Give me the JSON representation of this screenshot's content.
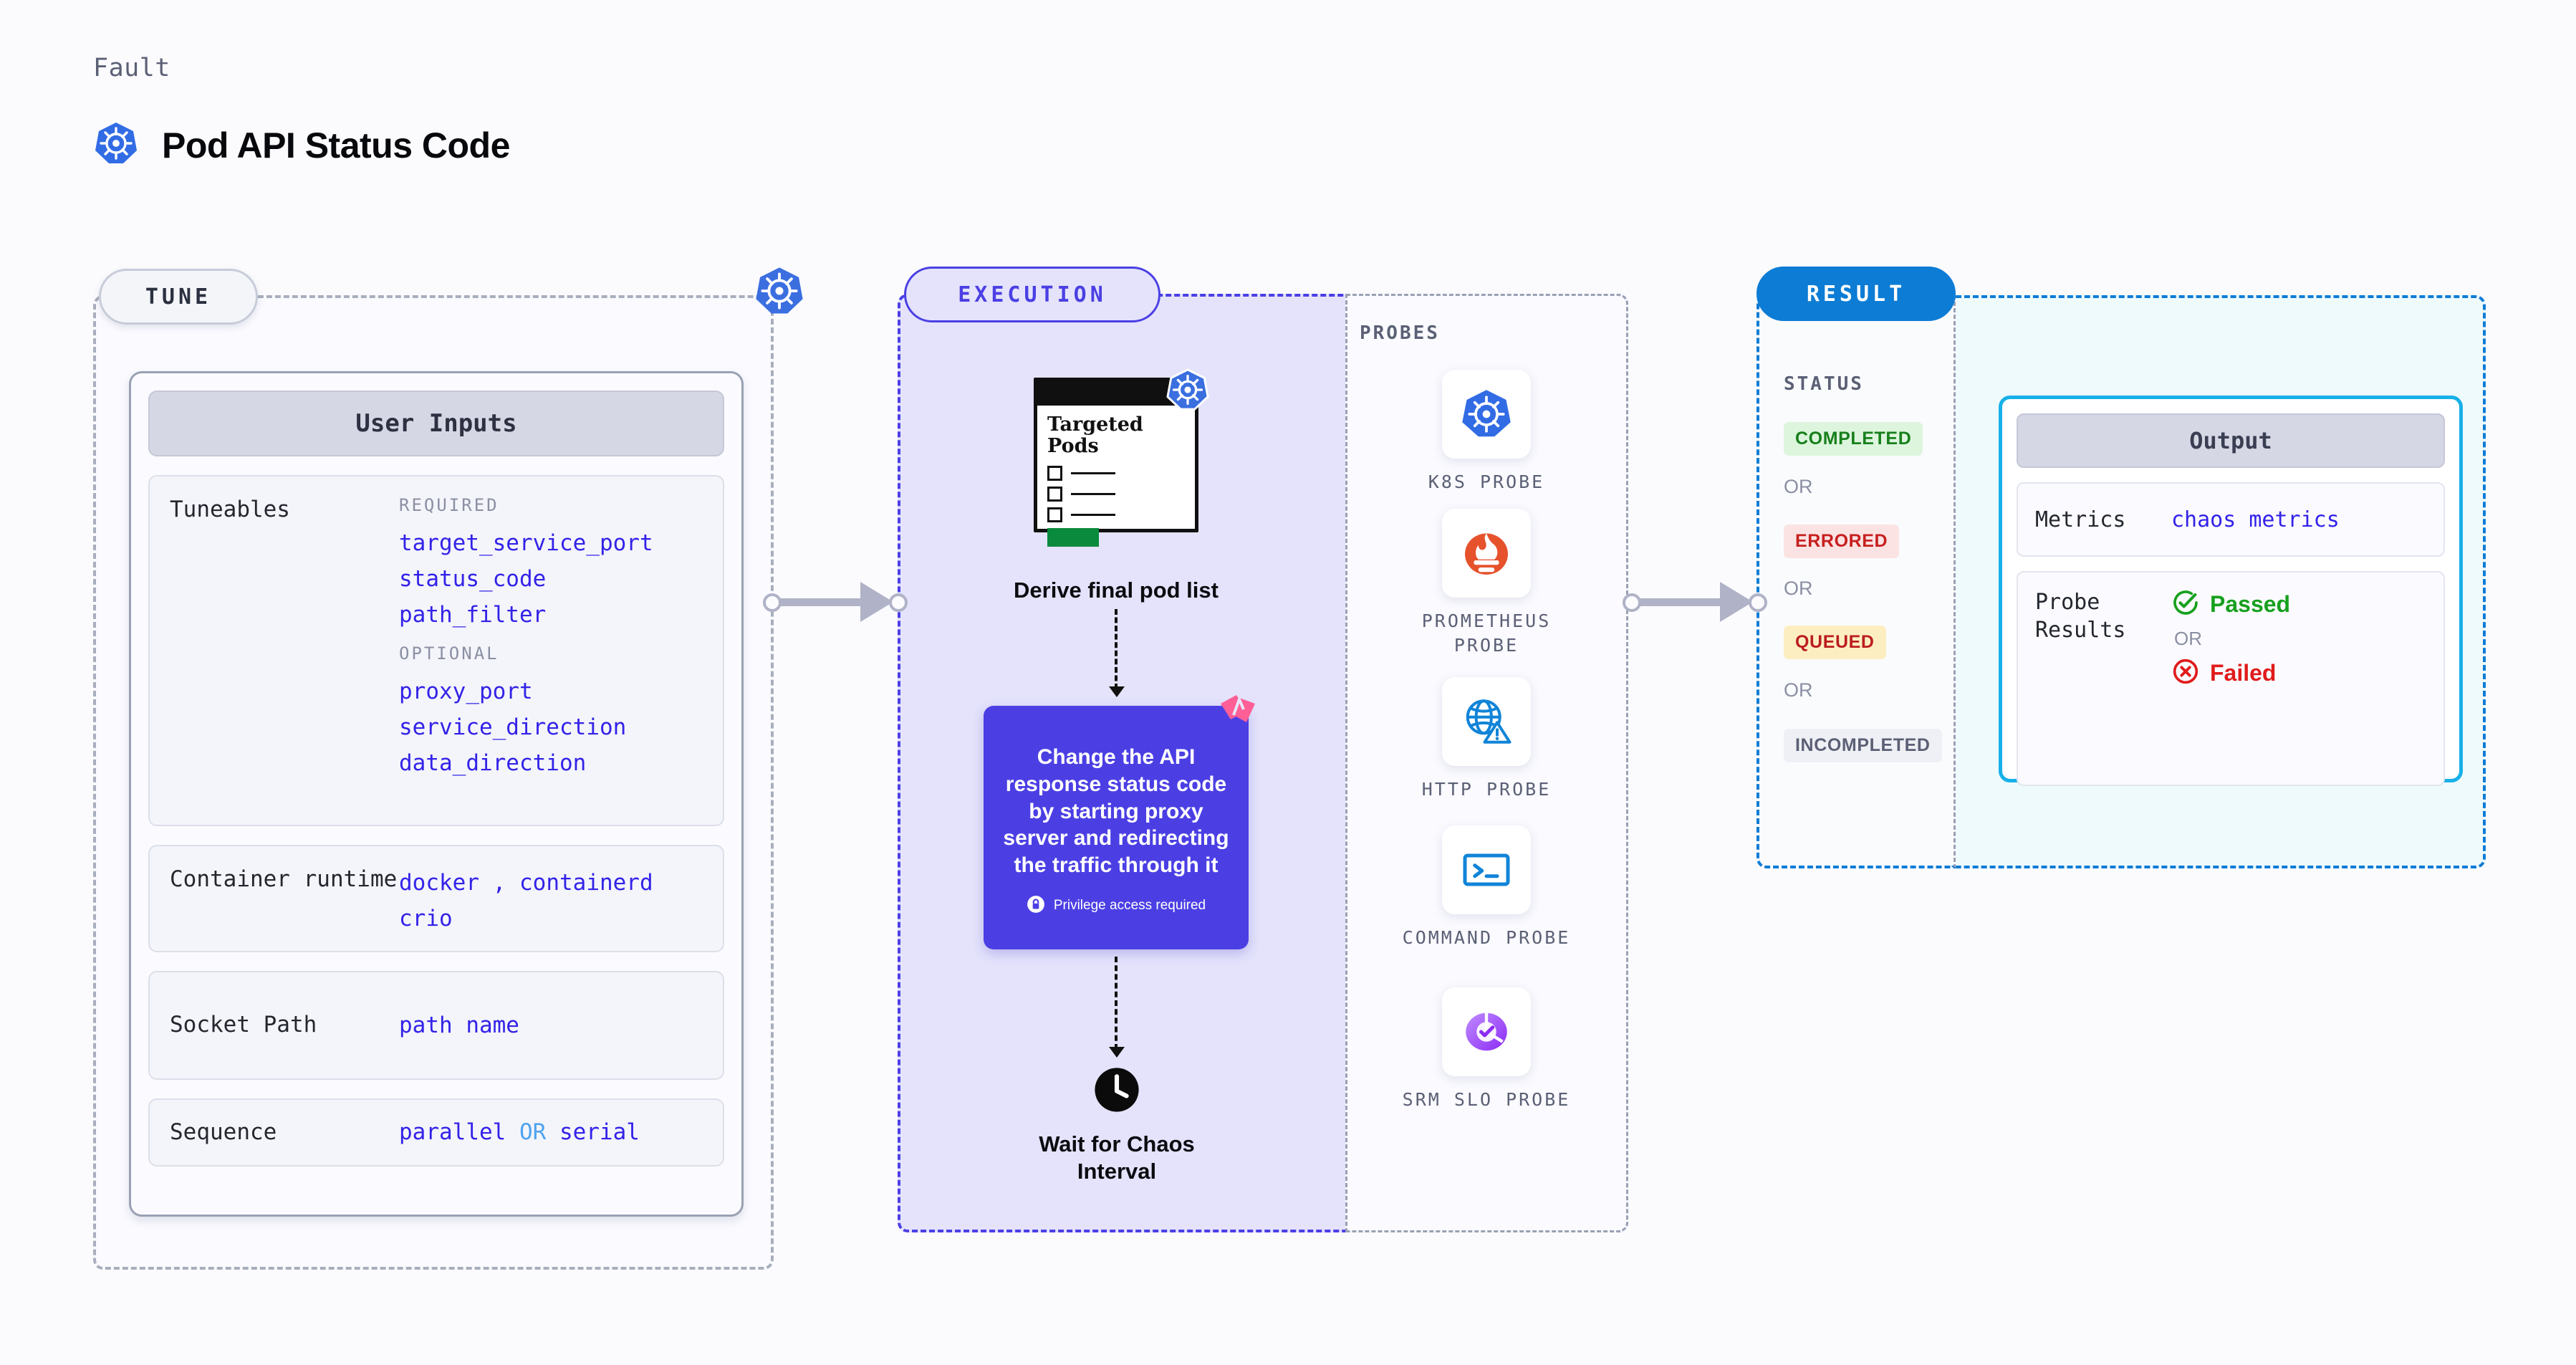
{
  "header": {
    "eyebrow": "Fault",
    "title": "Pod API Status Code",
    "icon": "kubernetes-icon"
  },
  "tune": {
    "pill_label": "TUNE",
    "badge_icon": "kubernetes-icon",
    "inputs_title": "User Inputs",
    "tuneables": {
      "label": "Tuneables",
      "groups": [
        {
          "title": "REQUIRED",
          "values": [
            "target_service_port",
            "status_code",
            "path_filter"
          ]
        },
        {
          "title": "OPTIONAL",
          "values": [
            "proxy_port",
            "service_direction",
            "data_direction"
          ]
        }
      ]
    },
    "rows": [
      {
        "label": "Container runtime",
        "values": [
          "docker",
          "containerd",
          "crio"
        ],
        "separator": ","
      },
      {
        "label": "Socket Path",
        "values": [
          "path name"
        ]
      },
      {
        "label": "Sequence",
        "values": [
          "parallel",
          "serial"
        ],
        "joiner": "OR"
      }
    ]
  },
  "execution": {
    "pill_label": "EXECUTION",
    "pods_card": {
      "title": "Targeted Pods",
      "rows": 3,
      "badge_icon": "kubernetes-icon"
    },
    "step1_label": "Derive final pod list",
    "action": {
      "text": "Change the API response status code by starting proxy server and redirecting the traffic through it",
      "privilege_label": "Privilege access required",
      "privilege_icon": "lock-icon",
      "corner_icon": "litmus-chaos-icon",
      "color": "#4b3fe4"
    },
    "step2_label": "Wait for Chaos Interval",
    "step2_icon": "clock-icon"
  },
  "probes": {
    "title": "PROBES",
    "items": [
      {
        "label": "K8S PROBE",
        "icon": "kubernetes-icon"
      },
      {
        "label": "PROMETHEUS PROBE",
        "icon": "prometheus-icon"
      },
      {
        "label": "HTTP PROBE",
        "icon": "globe-warning-icon"
      },
      {
        "label": "COMMAND PROBE",
        "icon": "terminal-icon"
      },
      {
        "label": "SRM SLO PROBE",
        "icon": "srm-slo-icon"
      }
    ]
  },
  "result": {
    "pill_label": "RESULT",
    "status_title": "STATUS",
    "or_label": "OR",
    "statuses": [
      {
        "label": "COMPLETED",
        "bg": "#ddf5dd",
        "fg": "#17801c"
      },
      {
        "label": "ERRORED",
        "bg": "#fbe3e3",
        "fg": "#c71f1f"
      },
      {
        "label": "QUEUED",
        "bg": "#fdeec2",
        "fg": "#bb1d1d"
      },
      {
        "label": "INCOMPLETED",
        "bg": "#eff0f5",
        "fg": "#5b6075"
      }
    ],
    "output": {
      "title": "Output",
      "metrics_label": "Metrics",
      "metrics_value": "chaos metrics",
      "probe_results_label": "Probe Results",
      "passed_label": "Passed",
      "passed_color": "#17a01e",
      "failed_label": "Failed",
      "failed_color": "#e01b1b",
      "or_label": "OR",
      "passed_icon": "check-circle-icon",
      "failed_icon": "x-circle-icon"
    }
  }
}
